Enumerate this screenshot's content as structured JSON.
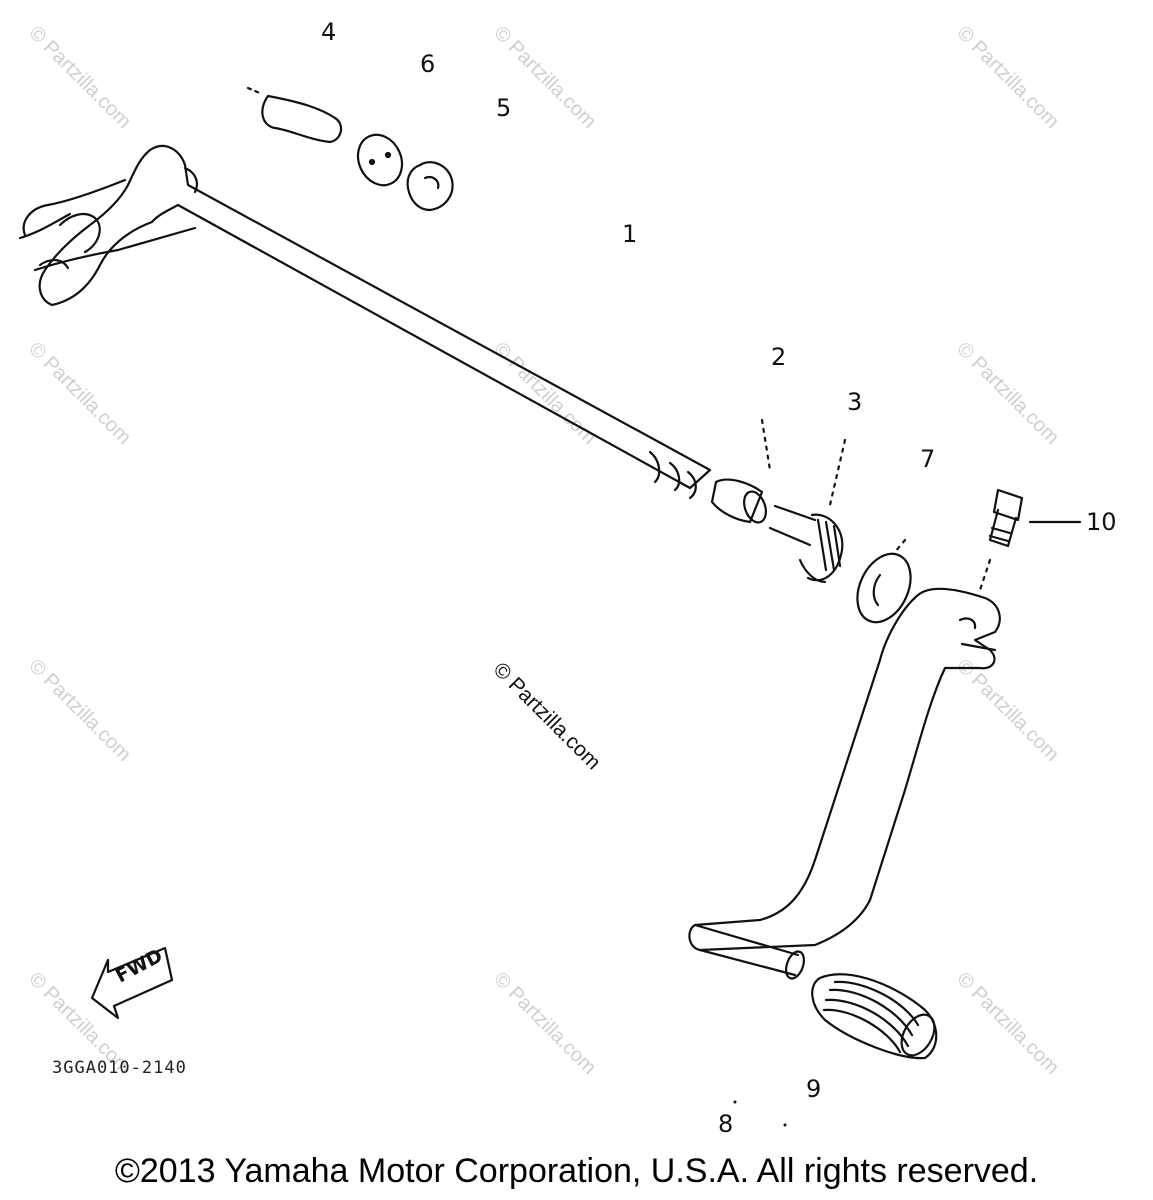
{
  "diagram": {
    "callouts": [
      "1",
      "2",
      "3",
      "4",
      "5",
      "6",
      "7",
      "8",
      "9",
      "10"
    ],
    "drawing_code": "3GGA010-2140",
    "direction_label": "FWD",
    "center_watermark": "© Partzilla.com",
    "tile_watermark": "© Partzilla.com",
    "copyright": "©2013 Yamaha Motor Corporation, U.S.A. All rights reserved."
  },
  "colors": {
    "line": "#111111",
    "watermark": "#cfcfcf",
    "background": "#ffffff"
  }
}
